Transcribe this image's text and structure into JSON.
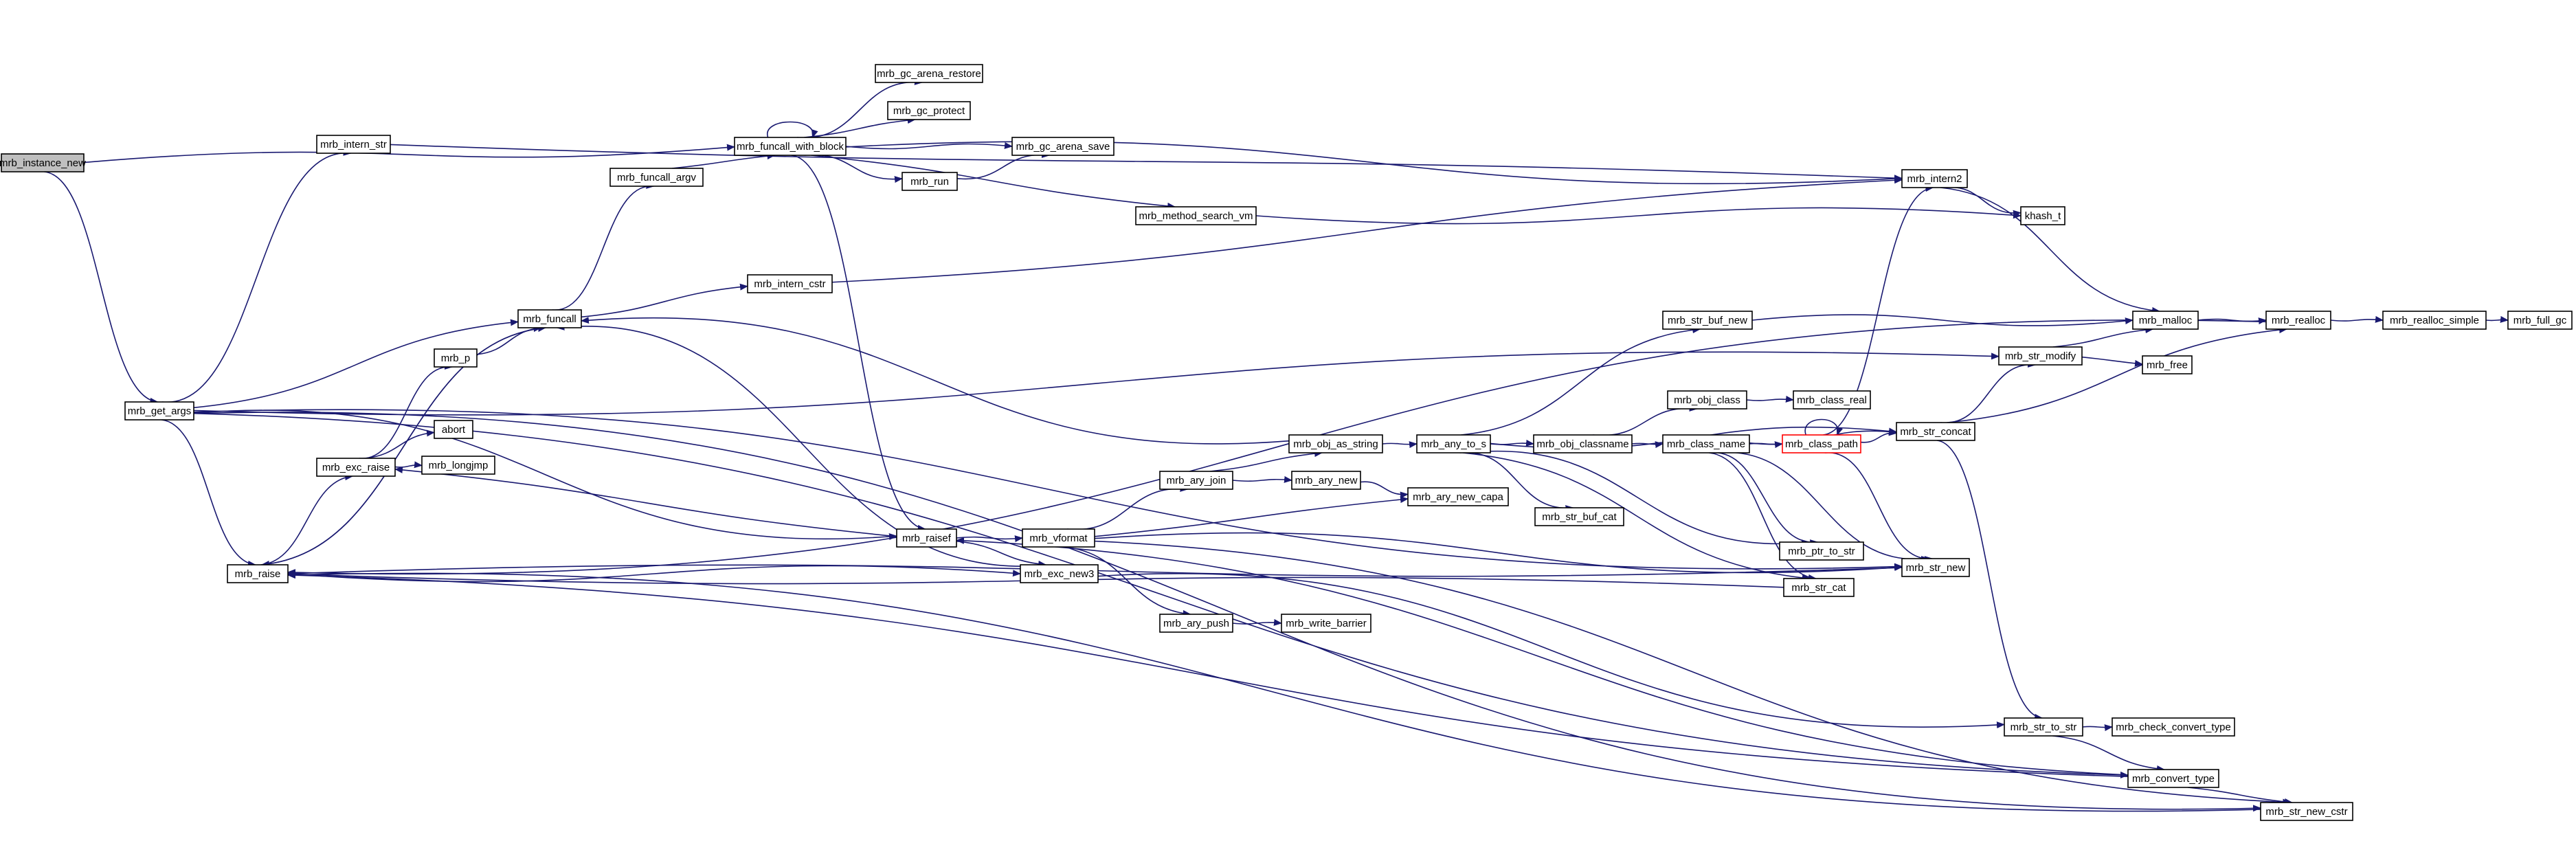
{
  "graph_title": "",
  "colors": {
    "edge": "#191970",
    "root_fill": "#bfbfbf",
    "highlight_border": "#ff0000"
  },
  "nodes": [
    {
      "id": "mrb_instance_new",
      "label": "mrb_instance_new",
      "root": true
    },
    {
      "id": "mrb_get_args",
      "label": "mrb_get_args"
    },
    {
      "id": "mrb_intern_str",
      "label": "mrb_intern_str"
    },
    {
      "id": "mrb_raise",
      "label": "mrb_raise"
    },
    {
      "id": "mrb_funcall",
      "label": "mrb_funcall"
    },
    {
      "id": "mrb_p",
      "label": "mrb_p"
    },
    {
      "id": "mrb_exc_raise",
      "label": "mrb_exc_raise"
    },
    {
      "id": "abort",
      "label": "abort"
    },
    {
      "id": "mrb_longjmp",
      "label": "mrb_longjmp"
    },
    {
      "id": "mrb_funcall_argv",
      "label": "mrb_funcall_argv"
    },
    {
      "id": "mrb_funcall_with_block",
      "label": "mrb_funcall_with_block"
    },
    {
      "id": "mrb_gc_arena_restore",
      "label": "mrb_gc_arena_restore"
    },
    {
      "id": "mrb_gc_protect",
      "label": "mrb_gc_protect"
    },
    {
      "id": "mrb_gc_arena_save",
      "label": "mrb_gc_arena_save"
    },
    {
      "id": "mrb_run",
      "label": "mrb_run"
    },
    {
      "id": "mrb_intern_cstr",
      "label": "mrb_intern_cstr"
    },
    {
      "id": "mrb_method_search_vm",
      "label": "mrb_method_search_vm"
    },
    {
      "id": "mrb_raisef",
      "label": "mrb_raisef"
    },
    {
      "id": "mrb_exc_new3",
      "label": "mrb_exc_new3"
    },
    {
      "id": "mrb_vformat",
      "label": "mrb_vformat"
    },
    {
      "id": "mrb_ary_join",
      "label": "mrb_ary_join"
    },
    {
      "id": "mrb_ary_new",
      "label": "mrb_ary_new"
    },
    {
      "id": "mrb_ary_new_capa",
      "label": "mrb_ary_new_capa"
    },
    {
      "id": "mrb_ary_push",
      "label": "mrb_ary_push"
    },
    {
      "id": "mrb_write_barrier",
      "label": "mrb_write_barrier"
    },
    {
      "id": "mrb_obj_as_string",
      "label": "mrb_obj_as_string"
    },
    {
      "id": "mrb_any_to_s",
      "label": "mrb_any_to_s"
    },
    {
      "id": "mrb_str_buf_new",
      "label": "mrb_str_buf_new"
    },
    {
      "id": "mrb_obj_classname",
      "label": "mrb_obj_classname"
    },
    {
      "id": "mrb_str_buf_cat",
      "label": "mrb_str_buf_cat"
    },
    {
      "id": "mrb_obj_class",
      "label": "mrb_obj_class"
    },
    {
      "id": "mrb_class_real",
      "label": "mrb_class_real"
    },
    {
      "id": "mrb_class_name",
      "label": "mrb_class_name"
    },
    {
      "id": "mrb_class_path",
      "label": "mrb_class_path",
      "highlight": true
    },
    {
      "id": "mrb_str_concat",
      "label": "mrb_str_concat"
    },
    {
      "id": "mrb_ptr_to_str",
      "label": "mrb_ptr_to_str"
    },
    {
      "id": "mrb_str_cat",
      "label": "mrb_str_cat"
    },
    {
      "id": "mrb_str_new",
      "label": "mrb_str_new"
    },
    {
      "id": "mrb_intern2",
      "label": "mrb_intern2"
    },
    {
      "id": "khash_t",
      "label": "khash_t"
    },
    {
      "id": "mrb_malloc",
      "label": "mrb_malloc"
    },
    {
      "id": "mrb_realloc",
      "label": "mrb_realloc"
    },
    {
      "id": "mrb_realloc_simple",
      "label": "mrb_realloc_simple"
    },
    {
      "id": "mrb_full_gc",
      "label": "mrb_full_gc"
    },
    {
      "id": "mrb_str_modify",
      "label": "mrb_str_modify"
    },
    {
      "id": "mrb_free",
      "label": "mrb_free"
    },
    {
      "id": "mrb_str_to_str",
      "label": "mrb_str_to_str"
    },
    {
      "id": "mrb_check_convert_type",
      "label": "mrb_check_convert_type"
    },
    {
      "id": "mrb_convert_type",
      "label": "mrb_convert_type"
    },
    {
      "id": "mrb_str_new_cstr",
      "label": "mrb_str_new_cstr"
    }
  ],
  "edges": [
    [
      "mrb_instance_new",
      "mrb_get_args"
    ],
    [
      "mrb_instance_new",
      "mrb_funcall_with_block"
    ],
    [
      "mrb_get_args",
      "mrb_intern_str"
    ],
    [
      "mrb_get_args",
      "mrb_funcall"
    ],
    [
      "mrb_get_args",
      "mrb_raise"
    ],
    [
      "mrb_get_args",
      "mrb_raisef"
    ],
    [
      "mrb_get_args",
      "mrb_str_modify"
    ],
    [
      "mrb_get_args",
      "mrb_str_new"
    ],
    [
      "mrb_get_args",
      "mrb_convert_type"
    ],
    [
      "mrb_get_args",
      "mrb_str_new_cstr"
    ],
    [
      "mrb_intern_str",
      "mrb_intern2"
    ],
    [
      "mrb_raise",
      "mrb_exc_raise"
    ],
    [
      "mrb_raise",
      "mrb_exc_new3"
    ],
    [
      "mrb_raise",
      "mrb_funcall"
    ],
    [
      "mrb_funcall",
      "mrb_funcall_argv"
    ],
    [
      "mrb_funcall",
      "mrb_intern_cstr"
    ],
    [
      "mrb_funcall",
      "mrb_raise"
    ],
    [
      "mrb_p",
      "mrb_funcall"
    ],
    [
      "mrb_exc_raise",
      "mrb_p"
    ],
    [
      "mrb_exc_raise",
      "abort"
    ],
    [
      "mrb_exc_raise",
      "mrb_longjmp"
    ],
    [
      "mrb_funcall_argv",
      "mrb_funcall_with_block"
    ],
    [
      "mrb_funcall_with_block",
      "mrb_gc_arena_restore"
    ],
    [
      "mrb_funcall_with_block",
      "mrb_gc_protect"
    ],
    [
      "mrb_funcall_with_block",
      "mrb_gc_arena_save"
    ],
    [
      "mrb_funcall_with_block",
      "mrb_run"
    ],
    [
      "mrb_funcall_with_block",
      "mrb_method_search_vm"
    ],
    [
      "mrb_funcall_with_block",
      "mrb_intern2"
    ],
    [
      "mrb_funcall_with_block",
      "mrb_raisef"
    ],
    [
      "mrb_funcall_with_block",
      "mrb_funcall_with_block"
    ],
    [
      "mrb_run",
      "mrb_gc_arena_save"
    ],
    [
      "mrb_intern_cstr",
      "mrb_intern2"
    ],
    [
      "mrb_method_search_vm",
      "khash_t"
    ],
    [
      "mrb_raisef",
      "mrb_vformat"
    ],
    [
      "mrb_raisef",
      "mrb_exc_new3"
    ],
    [
      "mrb_raisef",
      "mrb_exc_raise"
    ],
    [
      "mrb_exc_new3",
      "mrb_funcall"
    ],
    [
      "mrb_exc_new3",
      "mrb_str_to_str"
    ],
    [
      "mrb_vformat",
      "mrb_ary_join"
    ],
    [
      "mrb_vformat",
      "mrb_ary_new_capa"
    ],
    [
      "mrb_vformat",
      "mrb_ary_push"
    ],
    [
      "mrb_vformat",
      "mrb_str_new"
    ],
    [
      "mrb_vformat",
      "mrb_str_new_cstr"
    ],
    [
      "mrb_ary_join",
      "mrb_obj_as_string"
    ],
    [
      "mrb_ary_join",
      "mrb_ary_new"
    ],
    [
      "mrb_ary_new",
      "mrb_ary_new_capa"
    ],
    [
      "mrb_ary_push",
      "mrb_write_barrier"
    ],
    [
      "mrb_obj_as_string",
      "mrb_any_to_s"
    ],
    [
      "mrb_obj_as_string",
      "mrb_funcall"
    ],
    [
      "mrb_any_to_s",
      "mrb_str_buf_new"
    ],
    [
      "mrb_any_to_s",
      "mrb_obj_classname"
    ],
    [
      "mrb_any_to_s",
      "mrb_str_buf_cat"
    ],
    [
      "mrb_any_to_s",
      "mrb_str_concat"
    ],
    [
      "mrb_any_to_s",
      "mrb_ptr_to_str"
    ],
    [
      "mrb_any_to_s",
      "mrb_str_cat"
    ],
    [
      "mrb_str_buf_new",
      "mrb_malloc"
    ],
    [
      "mrb_obj_classname",
      "mrb_obj_class"
    ],
    [
      "mrb_obj_classname",
      "mrb_class_name"
    ],
    [
      "mrb_obj_class",
      "mrb_class_real"
    ],
    [
      "mrb_class_name",
      "mrb_class_path"
    ],
    [
      "mrb_class_name",
      "mrb_str_concat"
    ],
    [
      "mrb_class_name",
      "mrb_ptr_to_str"
    ],
    [
      "mrb_class_name",
      "mrb_str_cat"
    ],
    [
      "mrb_class_name",
      "mrb_str_new"
    ],
    [
      "mrb_class_path",
      "mrb_class_path"
    ],
    [
      "mrb_class_path",
      "mrb_intern2"
    ],
    [
      "mrb_class_path",
      "mrb_str_concat"
    ],
    [
      "mrb_class_path",
      "mrb_str_new"
    ],
    [
      "mrb_str_concat",
      "mrb_str_modify"
    ],
    [
      "mrb_str_concat",
      "mrb_realloc"
    ],
    [
      "mrb_str_concat",
      "mrb_str_to_str"
    ],
    [
      "mrb_str_cat",
      "mrb_raise"
    ],
    [
      "mrb_str_new",
      "mrb_raise"
    ],
    [
      "mrb_intern2",
      "khash_t"
    ],
    [
      "mrb_intern2",
      "mrb_malloc"
    ],
    [
      "mrb_malloc",
      "mrb_realloc"
    ],
    [
      "mrb_realloc",
      "mrb_realloc_simple"
    ],
    [
      "mrb_realloc",
      "mrb_raise"
    ],
    [
      "mrb_realloc_simple",
      "mrb_full_gc"
    ],
    [
      "mrb_str_modify",
      "mrb_malloc"
    ],
    [
      "mrb_str_modify",
      "mrb_free"
    ],
    [
      "mrb_str_to_str",
      "mrb_check_convert_type"
    ],
    [
      "mrb_str_to_str",
      "mrb_convert_type"
    ],
    [
      "mrb_convert_type",
      "mrb_raisef"
    ],
    [
      "mrb_convert_type",
      "mrb_str_new_cstr"
    ],
    [
      "mrb_convert_type",
      "mrb_raise"
    ],
    [
      "mrb_str_new_cstr",
      "mrb_raise"
    ]
  ]
}
